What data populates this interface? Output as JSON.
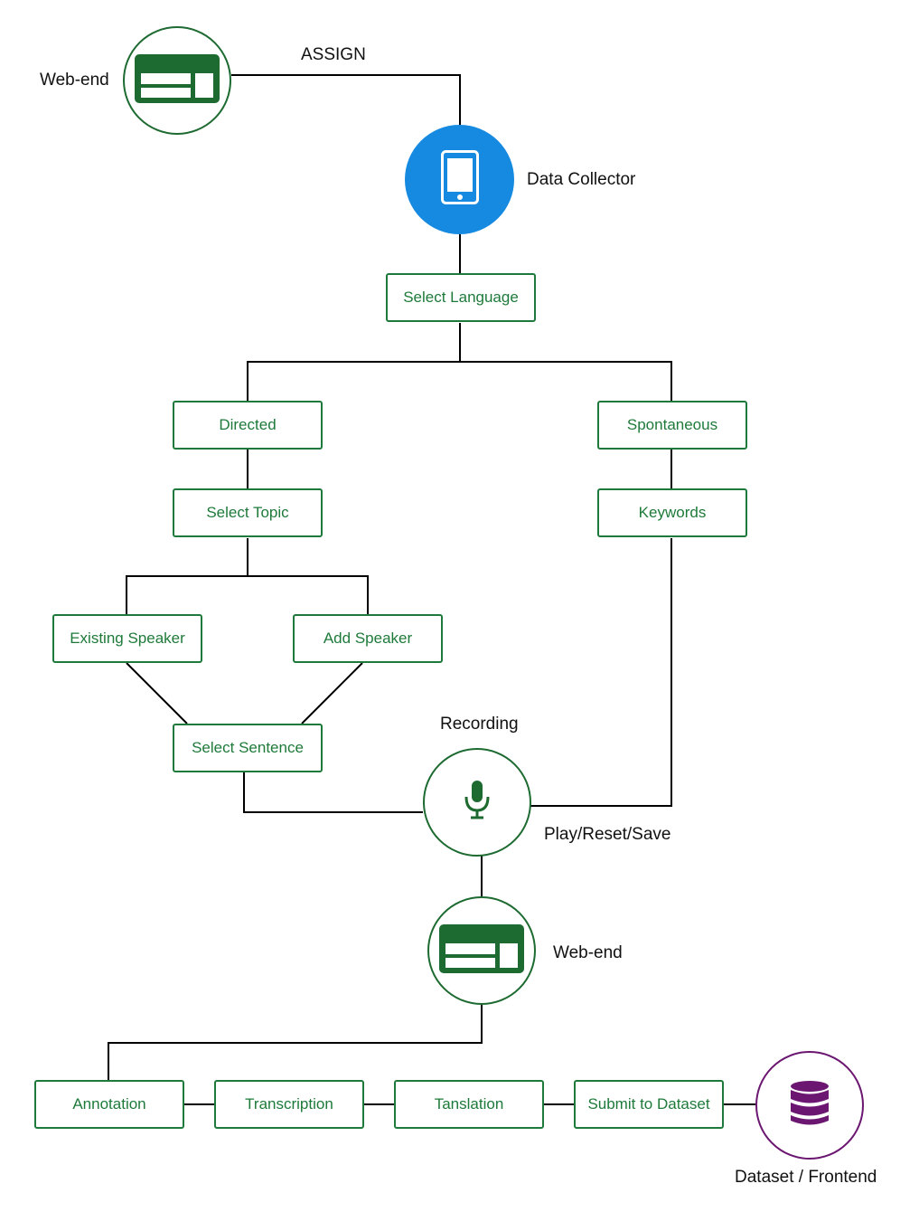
{
  "nodes": {
    "web_end_top": "Web-end",
    "assign": "ASSIGN",
    "data_collector": "Data Collector",
    "select_language": "Select Language",
    "directed": "Directed",
    "spontaneous": "Spontaneous",
    "select_topic": "Select Topic",
    "keywords": "Keywords",
    "existing_speaker": "Existing Speaker",
    "add_speaker": "Add Speaker",
    "select_sentence": "Select Sentence",
    "recording": "Recording",
    "play_reset_save": "Play/Reset/Save",
    "web_end_bottom": "Web-end",
    "annotation": "Annotation",
    "transcription": "Transcription",
    "translation": "Tanslation",
    "submit_to_dataset": "Submit to Dataset",
    "dataset_frontend": "Dataset / Frontend"
  },
  "icons": {
    "web_end": "browser-window-icon",
    "data_collector": "tablet-icon",
    "recording": "microphone-icon",
    "dataset": "database-icon"
  },
  "colors": {
    "box_border": "#1e7a3a",
    "box_text": "#1e7a3a",
    "circle_green": "#1e6b32",
    "data_collector_fill": "#1689e0",
    "dataset": "#6b1670",
    "connector": "#000000"
  }
}
